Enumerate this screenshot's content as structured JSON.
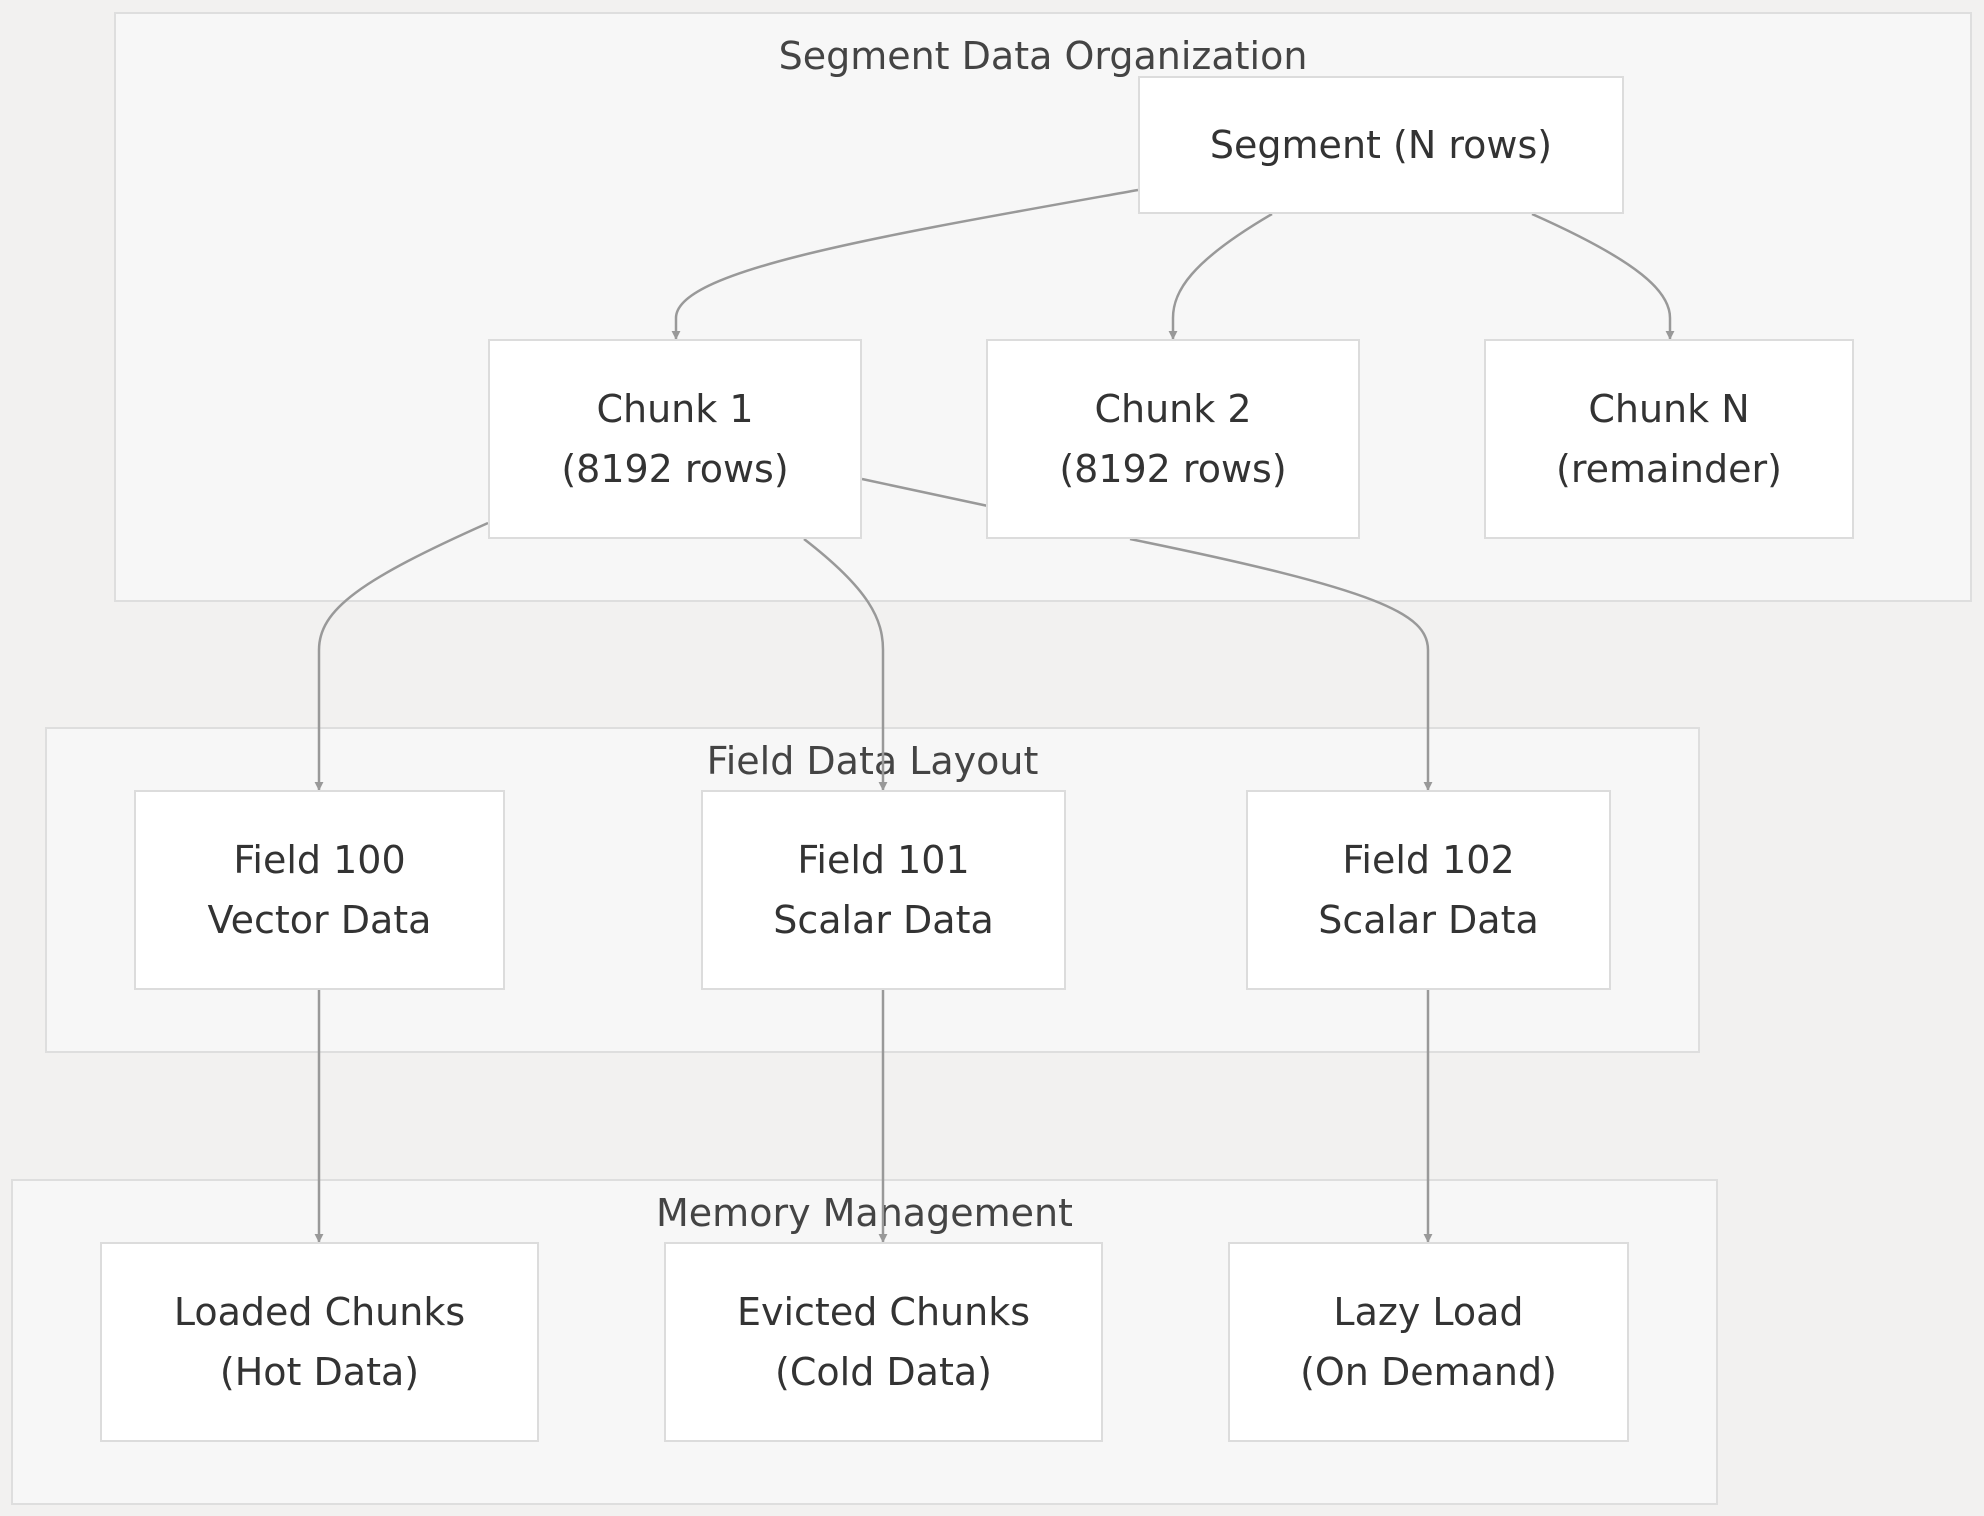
{
  "groups": {
    "segment": {
      "title": "Segment Data Organization"
    },
    "field": {
      "title": "Field Data Layout"
    },
    "memory": {
      "title": "Memory Management"
    }
  },
  "nodes": {
    "segment": {
      "line1": "Segment (N rows)"
    },
    "chunk1": {
      "line1": "Chunk 1",
      "line2": "(8192 rows)"
    },
    "chunk2": {
      "line1": "Chunk 2",
      "line2": "(8192 rows)"
    },
    "chunkN": {
      "line1": "Chunk N",
      "line2": "(remainder)"
    },
    "field100": {
      "line1": "Field 100",
      "line2": "Vector Data"
    },
    "field101": {
      "line1": "Field 101",
      "line2": "Scalar Data"
    },
    "field102": {
      "line1": "Field 102",
      "line2": "Scalar Data"
    },
    "loaded": {
      "line1": "Loaded Chunks",
      "line2": "(Hot Data)"
    },
    "evicted": {
      "line1": "Evicted Chunks",
      "line2": "(Cold Data)"
    },
    "lazy": {
      "line1": "Lazy Load",
      "line2": "(On Demand)"
    }
  },
  "edges": [
    {
      "from": "segment",
      "to": "chunk1"
    },
    {
      "from": "segment",
      "to": "chunk2"
    },
    {
      "from": "segment",
      "to": "chunkN"
    },
    {
      "from": "chunk1",
      "to": "field100"
    },
    {
      "from": "chunk1",
      "to": "field101"
    },
    {
      "from": "chunk1",
      "to": "field102"
    },
    {
      "from": "field100",
      "to": "loaded"
    },
    {
      "from": "field101",
      "to": "evicted"
    },
    {
      "from": "field102",
      "to": "lazy"
    }
  ],
  "colors": {
    "background": "#f2f1f0",
    "group_fill": "#f7f7f7",
    "node_fill": "#ffffff",
    "edge": "#999999",
    "text": "#333333"
  }
}
